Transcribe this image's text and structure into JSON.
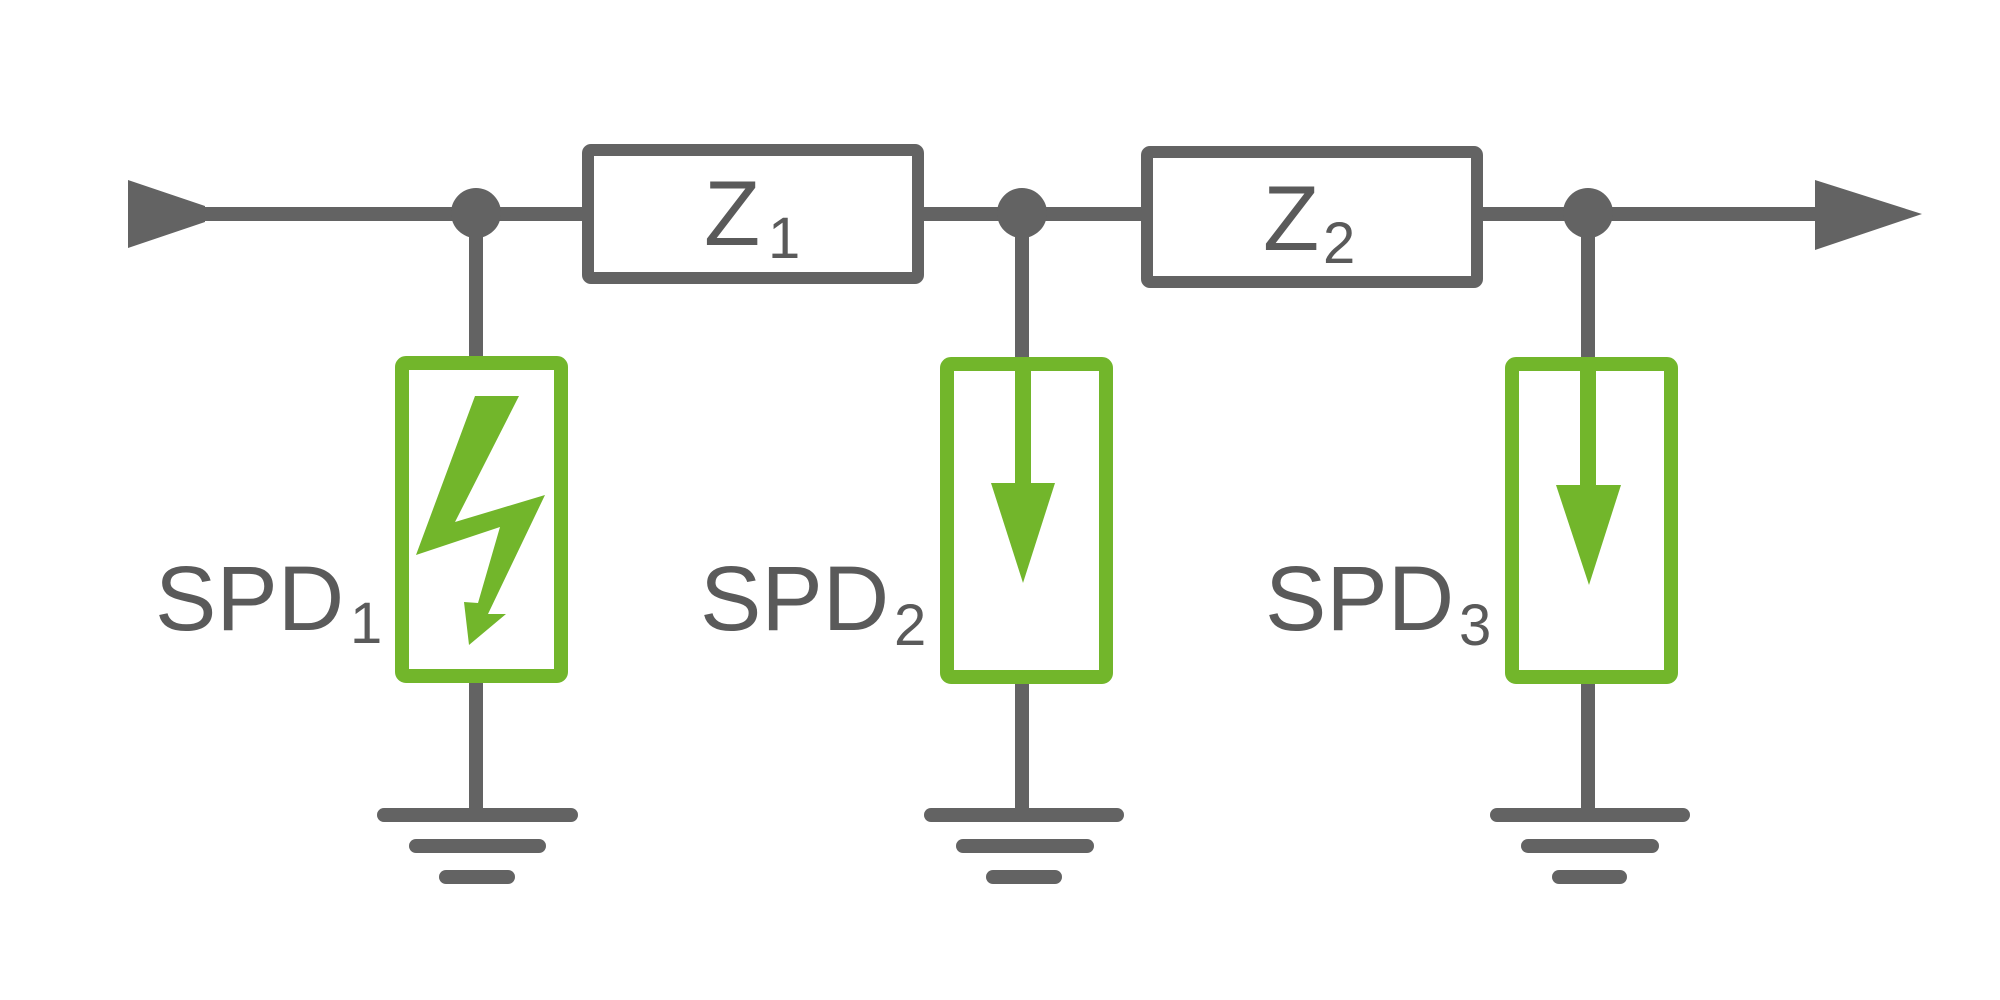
{
  "colors": {
    "wire": "#636363",
    "surge_device": "#72b62b",
    "background": "#ffffff",
    "text": "#5a5a5a"
  },
  "impedances": [
    {
      "label": "Z",
      "subscript": "1"
    },
    {
      "label": "Z",
      "subscript": "2"
    }
  ],
  "spds": [
    {
      "label": "SPD",
      "subscript": "1",
      "icon": "lightning-bolt-icon"
    },
    {
      "label": "SPD",
      "subscript": "2",
      "icon": "down-arrow-icon"
    },
    {
      "label": "SPD",
      "subscript": "3",
      "icon": "down-arrow-icon"
    }
  ],
  "arrows": {
    "input": "input-arrow-icon",
    "output": "output-arrow-icon"
  },
  "grounds": [
    "ground-icon",
    "ground-icon",
    "ground-icon"
  ]
}
